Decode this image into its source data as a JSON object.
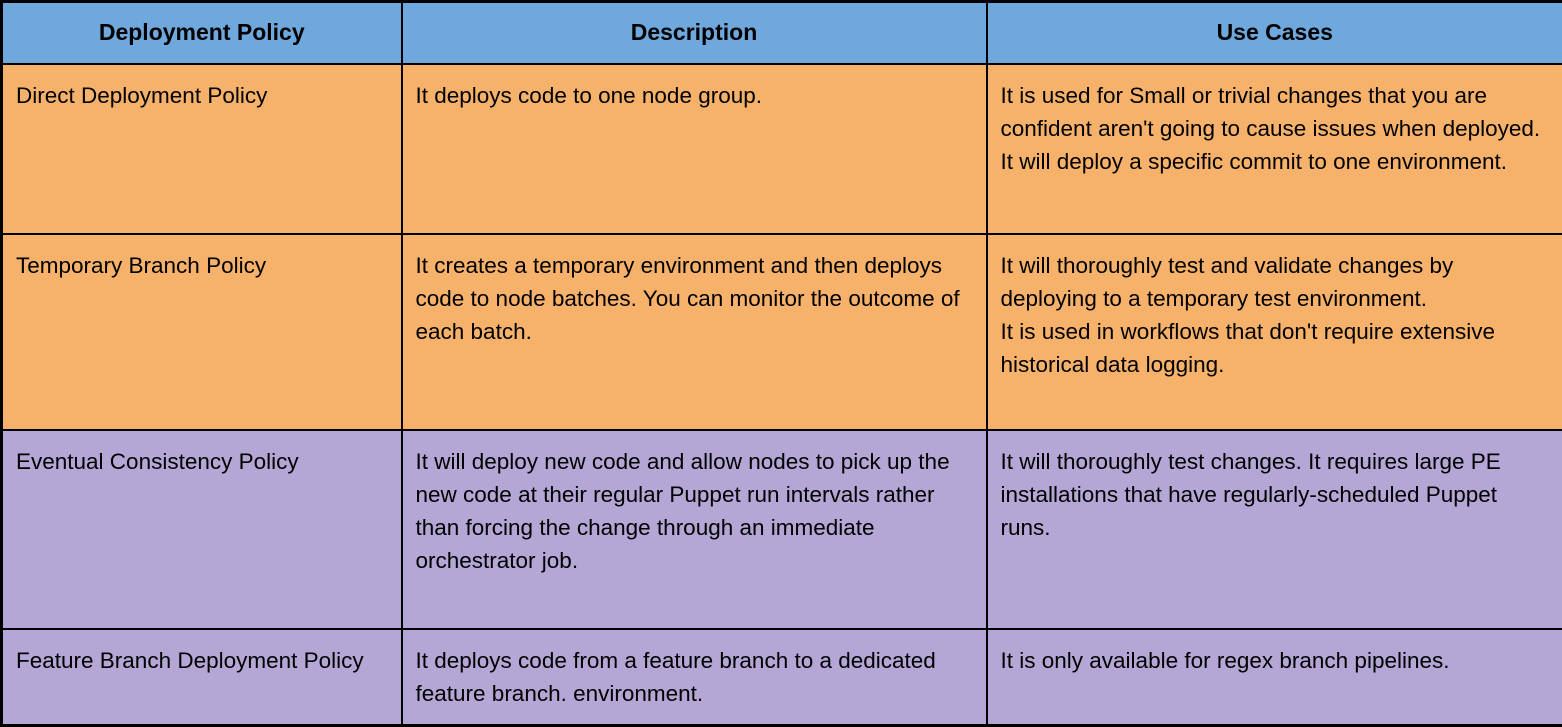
{
  "colors": {
    "header_bg": "#6FA8DC",
    "orange_row_bg": "#F6B26B",
    "purple_row_bg": "#B4A7D6",
    "border": "#000000",
    "text": "#000000"
  },
  "table": {
    "columns": [
      {
        "label": "Deployment Policy"
      },
      {
        "label": "Description"
      },
      {
        "label": "Use Cases"
      }
    ],
    "rows": [
      {
        "theme": "orange",
        "policy": "Direct Deployment Policy",
        "description": "It deploys code to one node group.",
        "use_cases": "It is used for Small or trivial changes that you are confident aren't going to cause issues when deployed. It will deploy a specific commit to one environment."
      },
      {
        "theme": "orange",
        "policy": "Temporary Branch Policy",
        "description": "It creates a temporary environment and then deploys code to node batches. You can monitor the outcome of each batch.",
        "use_cases": "It will thoroughly test and validate changes by deploying to a temporary test environment.\nIt is used in workflows that don't require extensive historical data logging."
      },
      {
        "theme": "purple",
        "policy": "Eventual Consistency Policy",
        "description": "It will deploy new code and allow nodes to pick up the new code at their regular Puppet run intervals rather than forcing the change through an immediate orchestrator job.",
        "use_cases": "It will thoroughly test changes. It requires large PE installations that have regularly-scheduled Puppet runs."
      },
      {
        "theme": "purple",
        "policy": "Feature Branch Deployment Policy",
        "description": "It deploys code from a feature branch to a dedicated feature branch. environment.",
        "use_cases": "It is only available for regex branch pipelines."
      }
    ]
  }
}
